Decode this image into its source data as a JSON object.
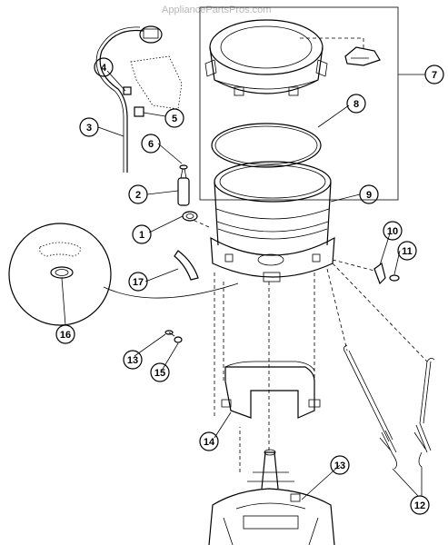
{
  "watermark": "AppliancePartsPros.com",
  "callouts": [
    {
      "id": "c1",
      "label": "1"
    },
    {
      "id": "c2",
      "label": "2"
    },
    {
      "id": "c3",
      "label": "3"
    },
    {
      "id": "c4",
      "label": "4"
    },
    {
      "id": "c5",
      "label": "5"
    },
    {
      "id": "c6",
      "label": "6"
    },
    {
      "id": "c7",
      "label": "7"
    },
    {
      "id": "c8",
      "label": "8"
    },
    {
      "id": "c9",
      "label": "9"
    },
    {
      "id": "c10",
      "label": "10"
    },
    {
      "id": "c11",
      "label": "11"
    },
    {
      "id": "c12",
      "label": "12"
    },
    {
      "id": "c13a",
      "label": "13"
    },
    {
      "id": "c13b",
      "label": "13"
    },
    {
      "id": "c14",
      "label": "14"
    },
    {
      "id": "c15",
      "label": "15"
    },
    {
      "id": "c16",
      "label": "16"
    },
    {
      "id": "c17",
      "label": "17"
    }
  ]
}
